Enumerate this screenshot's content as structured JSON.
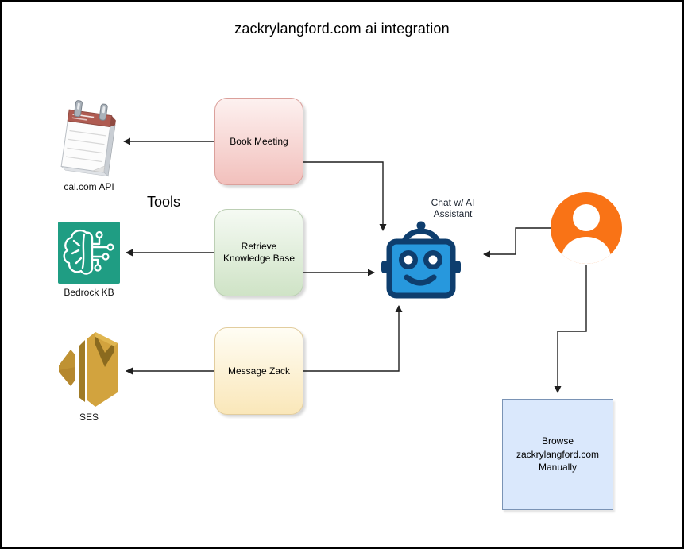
{
  "title": "zackrylangford.com ai integration",
  "tools_label": "Tools",
  "sources": [
    {
      "label": "cal.com API",
      "icon": "calendar-icon"
    },
    {
      "label": "Bedrock KB",
      "icon": "bedrock-brain-icon"
    },
    {
      "label": "SES",
      "icon": "aws-ses-icon"
    }
  ],
  "tool_boxes": [
    {
      "label": "Book Meeting",
      "color_fill": "#f8cecc"
    },
    {
      "label": "Retrieve Knowledge Base",
      "color_fill": "#d5e8d4"
    },
    {
      "label": "Message Zack",
      "color_fill": "#fff2cc"
    }
  ],
  "assistant": {
    "label": "Chat w/ AI Assistant",
    "icon": "robot-icon"
  },
  "user": {
    "icon": "person-icon"
  },
  "browse_box": {
    "label": "Browse zackrylangford.com Manually"
  },
  "colors": {
    "bedrock_teal": "#1f9d83",
    "ses_gold": "#d2a33e",
    "person_orange": "#f97316",
    "robot_blue": "#2798dd",
    "robot_navy": "#0e3e6e",
    "browse_fill": "#dae8fc",
    "calendar_red": "#af5b51",
    "connector": "#1f1f1f"
  }
}
